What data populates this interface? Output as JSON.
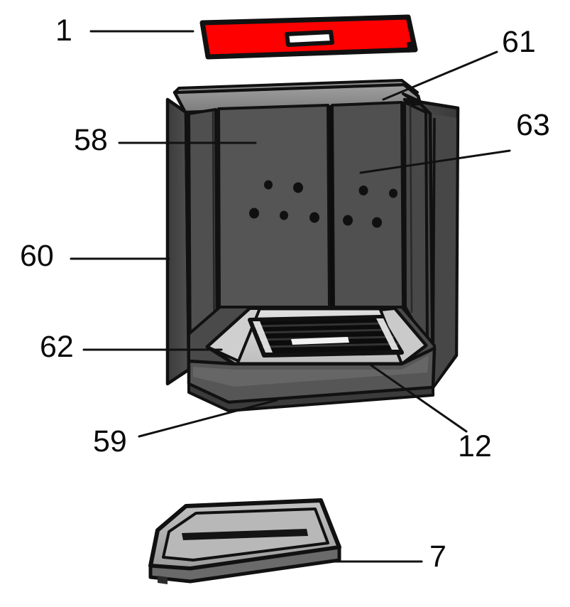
{
  "diagram": {
    "type": "exploded-parts-view",
    "subject": "Stove firebox assembly exploded view",
    "background_color": "#ffffff",
    "line_color": "#111111",
    "highlight_color": "#ff0000",
    "palette": {
      "body_dark": "#4a4a4a",
      "body_mid": "#585858",
      "side_dark": "#3f3f3f",
      "top_light": "#8f8f8f",
      "vermiculite_light": "#d6d6d6",
      "grate_black": "#0c0c0c",
      "pan_light": "#b4b4b4",
      "pan_mid": "#8a8a8a",
      "outline": "#111111"
    },
    "parts": [
      {
        "id": "1",
        "label": "1",
        "name": "front-top-trim-bar",
        "highlighted": true,
        "leader_from": [
          128,
          44
        ],
        "leader_to": [
          272,
          44
        ]
      },
      {
        "id": "61",
        "label": "61",
        "name": "top-plate",
        "leader_from": [
          700,
          73
        ],
        "leader_to": [
          540,
          140
        ]
      },
      {
        "id": "63",
        "label": "63",
        "name": "right-rear-liner-panel",
        "leader_from": [
          718,
          212
        ],
        "leader_to": [
          508,
          243
        ]
      },
      {
        "id": "58",
        "label": "58",
        "name": "left-rear-liner-panel",
        "leader_from": [
          168,
          201
        ],
        "leader_to": [
          360,
          201
        ]
      },
      {
        "id": "60",
        "label": "60",
        "name": "left-side-liner-panel",
        "leader_from": [
          100,
          364
        ],
        "leader_to": [
          238,
          364
        ]
      },
      {
        "id": "62",
        "label": "62",
        "name": "left-base-vermiculite-plate",
        "leader_from": [
          118,
          492
        ],
        "leader_to": [
          312,
          492
        ]
      },
      {
        "id": "59",
        "label": "59",
        "name": "base-front-plinth",
        "leader_from": [
          196,
          614
        ],
        "leader_to": [
          390,
          563
        ]
      },
      {
        "id": "12",
        "label": "12",
        "name": "right-base-vermiculite-plate",
        "leader_from": [
          657,
          607
        ],
        "leader_to": [
          520,
          512
        ]
      },
      {
        "id": "7",
        "label": "7",
        "name": "ash-pan-drawer",
        "leader_from": [
          594,
          790
        ],
        "leader_to": [
          466,
          790
        ]
      }
    ],
    "labels": {
      "one": "1",
      "sixtyone": "61",
      "sixtythree": "63",
      "fiftyeight": "58",
      "sixty": "60",
      "sixtytwo": "62",
      "fiftynine": "59",
      "twelve": "12",
      "seven": "7"
    }
  }
}
